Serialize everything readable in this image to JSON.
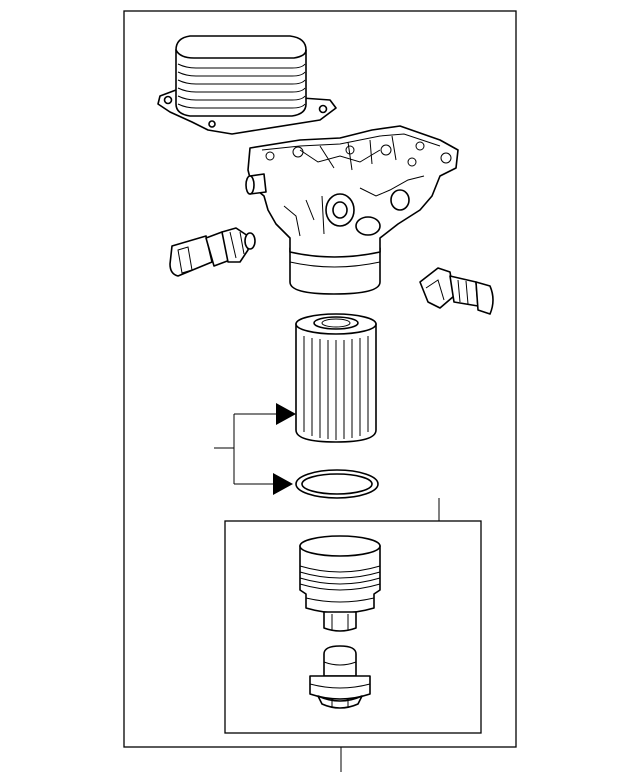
{
  "diagram": {
    "type": "exploded-parts-view",
    "parts": [
      {
        "name": "oil-cooler"
      },
      {
        "name": "oil-filter-housing"
      },
      {
        "name": "oil-pressure-sensor-left"
      },
      {
        "name": "oil-temperature-sensor-right"
      },
      {
        "name": "oil-filter-element"
      },
      {
        "name": "housing-seal-o-ring"
      },
      {
        "name": "oil-filter-cap-assembly"
      },
      {
        "name": "oil-filter-cap"
      },
      {
        "name": "drain-plug"
      }
    ],
    "callouts": [
      {
        "name": "filter-kit-bracket",
        "targets": [
          "oil-filter-element",
          "housing-seal-o-ring"
        ]
      },
      {
        "name": "cap-kit-leader",
        "targets": [
          "oil-filter-cap-assembly"
        ]
      },
      {
        "name": "main-assembly-leader",
        "targets": [
          "main-frame"
        ]
      }
    ]
  }
}
